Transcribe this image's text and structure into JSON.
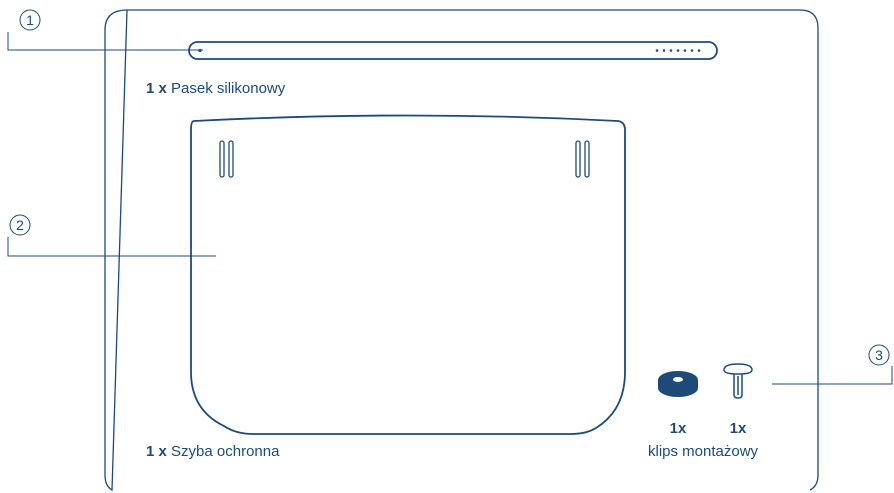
{
  "callouts": [
    {
      "number": "1"
    },
    {
      "number": "2"
    },
    {
      "number": "3"
    }
  ],
  "items": {
    "strap": {
      "qty": "1 x",
      "name": "Pasek silikonowy"
    },
    "shield": {
      "qty": "1 x",
      "name": "Szyba ochronna"
    },
    "clip": {
      "qty_left": "1x",
      "qty_right": "1x",
      "name": "klips montażowy"
    }
  },
  "colors": {
    "line": "#1d4a79",
    "frame": "#1d4a79"
  }
}
